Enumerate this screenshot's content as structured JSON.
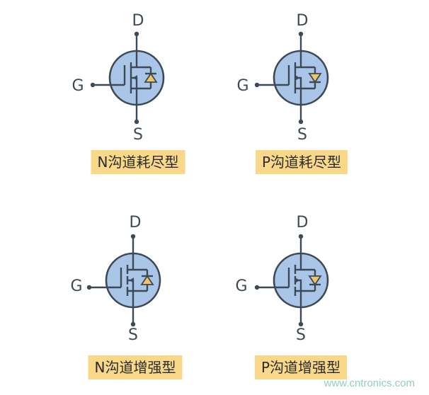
{
  "colors": {
    "line": "#3d4a56",
    "fill": "#a9c6e8",
    "accent": "#f2c463",
    "caption_bg": "#f9d889"
  },
  "symbols": [
    {
      "id": "n-depletion",
      "channel": "N",
      "mode": "depletion",
      "pins": {
        "drain": "D",
        "gate": "G",
        "source": "S"
      },
      "caption": "N沟道耗尽型"
    },
    {
      "id": "p-depletion",
      "channel": "P",
      "mode": "depletion",
      "pins": {
        "drain": "D",
        "gate": "G",
        "source": "S"
      },
      "caption": "P沟道耗尽型"
    },
    {
      "id": "n-enhancement",
      "channel": "N",
      "mode": "enhancement",
      "pins": {
        "drain": "D",
        "gate": "G",
        "source": "S"
      },
      "caption": "N沟道增强型"
    },
    {
      "id": "p-enhancement",
      "channel": "P",
      "mode": "enhancement",
      "pins": {
        "drain": "D",
        "gate": "G",
        "source": "S"
      },
      "caption": "P沟道增强型"
    }
  ],
  "watermark": "www.cntronics.com"
}
